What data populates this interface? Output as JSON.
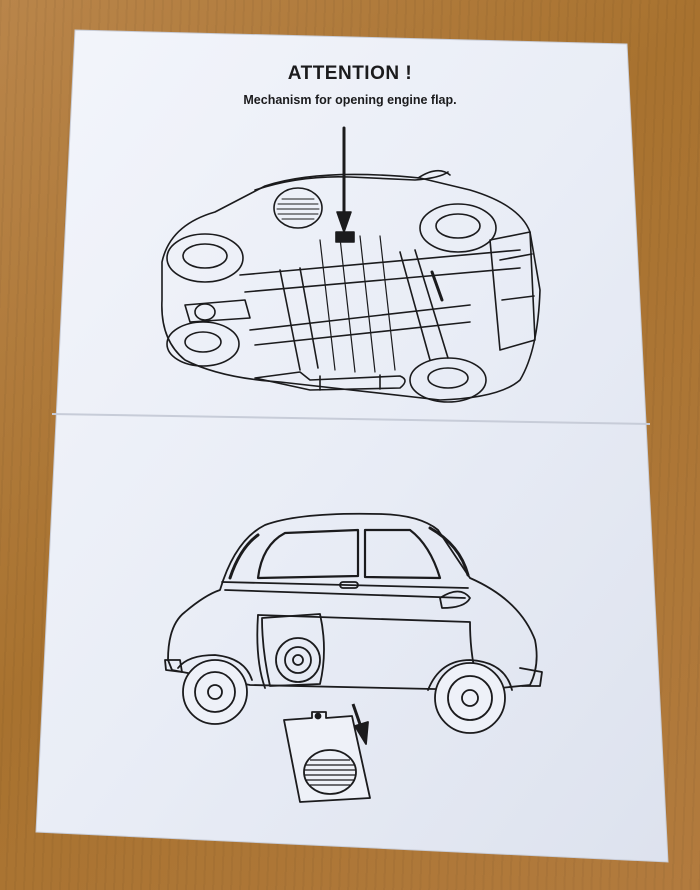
{
  "document": {
    "title": "ATTENTION !",
    "subtitle": "Mechanism for opening engine flap."
  },
  "colors": {
    "paper": "#eef1f8",
    "ink": "#1b1b1d",
    "table": "#b07a3c"
  },
  "figures": {
    "top": "car-underside-illustration",
    "bottom": "car-side-illustration-with-engine-flap"
  }
}
